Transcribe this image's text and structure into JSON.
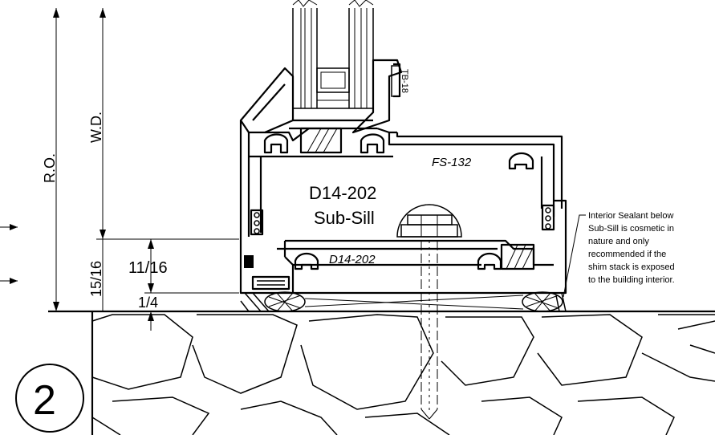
{
  "labels": {
    "ro": "R.O.",
    "wd": "W.D.",
    "dim_15_16": "15/16",
    "dim_11_16": "11/16",
    "dim_1_4": "1/4",
    "tb": "TB-18",
    "fs": "FS-132",
    "part_number": "D14-202",
    "part_name": "Sub-Sill",
    "subsill_tag": "D14-202",
    "detail_number": "2"
  },
  "note": {
    "lines": [
      "Interior Sealant below",
      "Sub-Sill is cosmetic in",
      "nature and only",
      "recommended if the",
      "shim stack is exposed",
      "to the building interior."
    ]
  }
}
